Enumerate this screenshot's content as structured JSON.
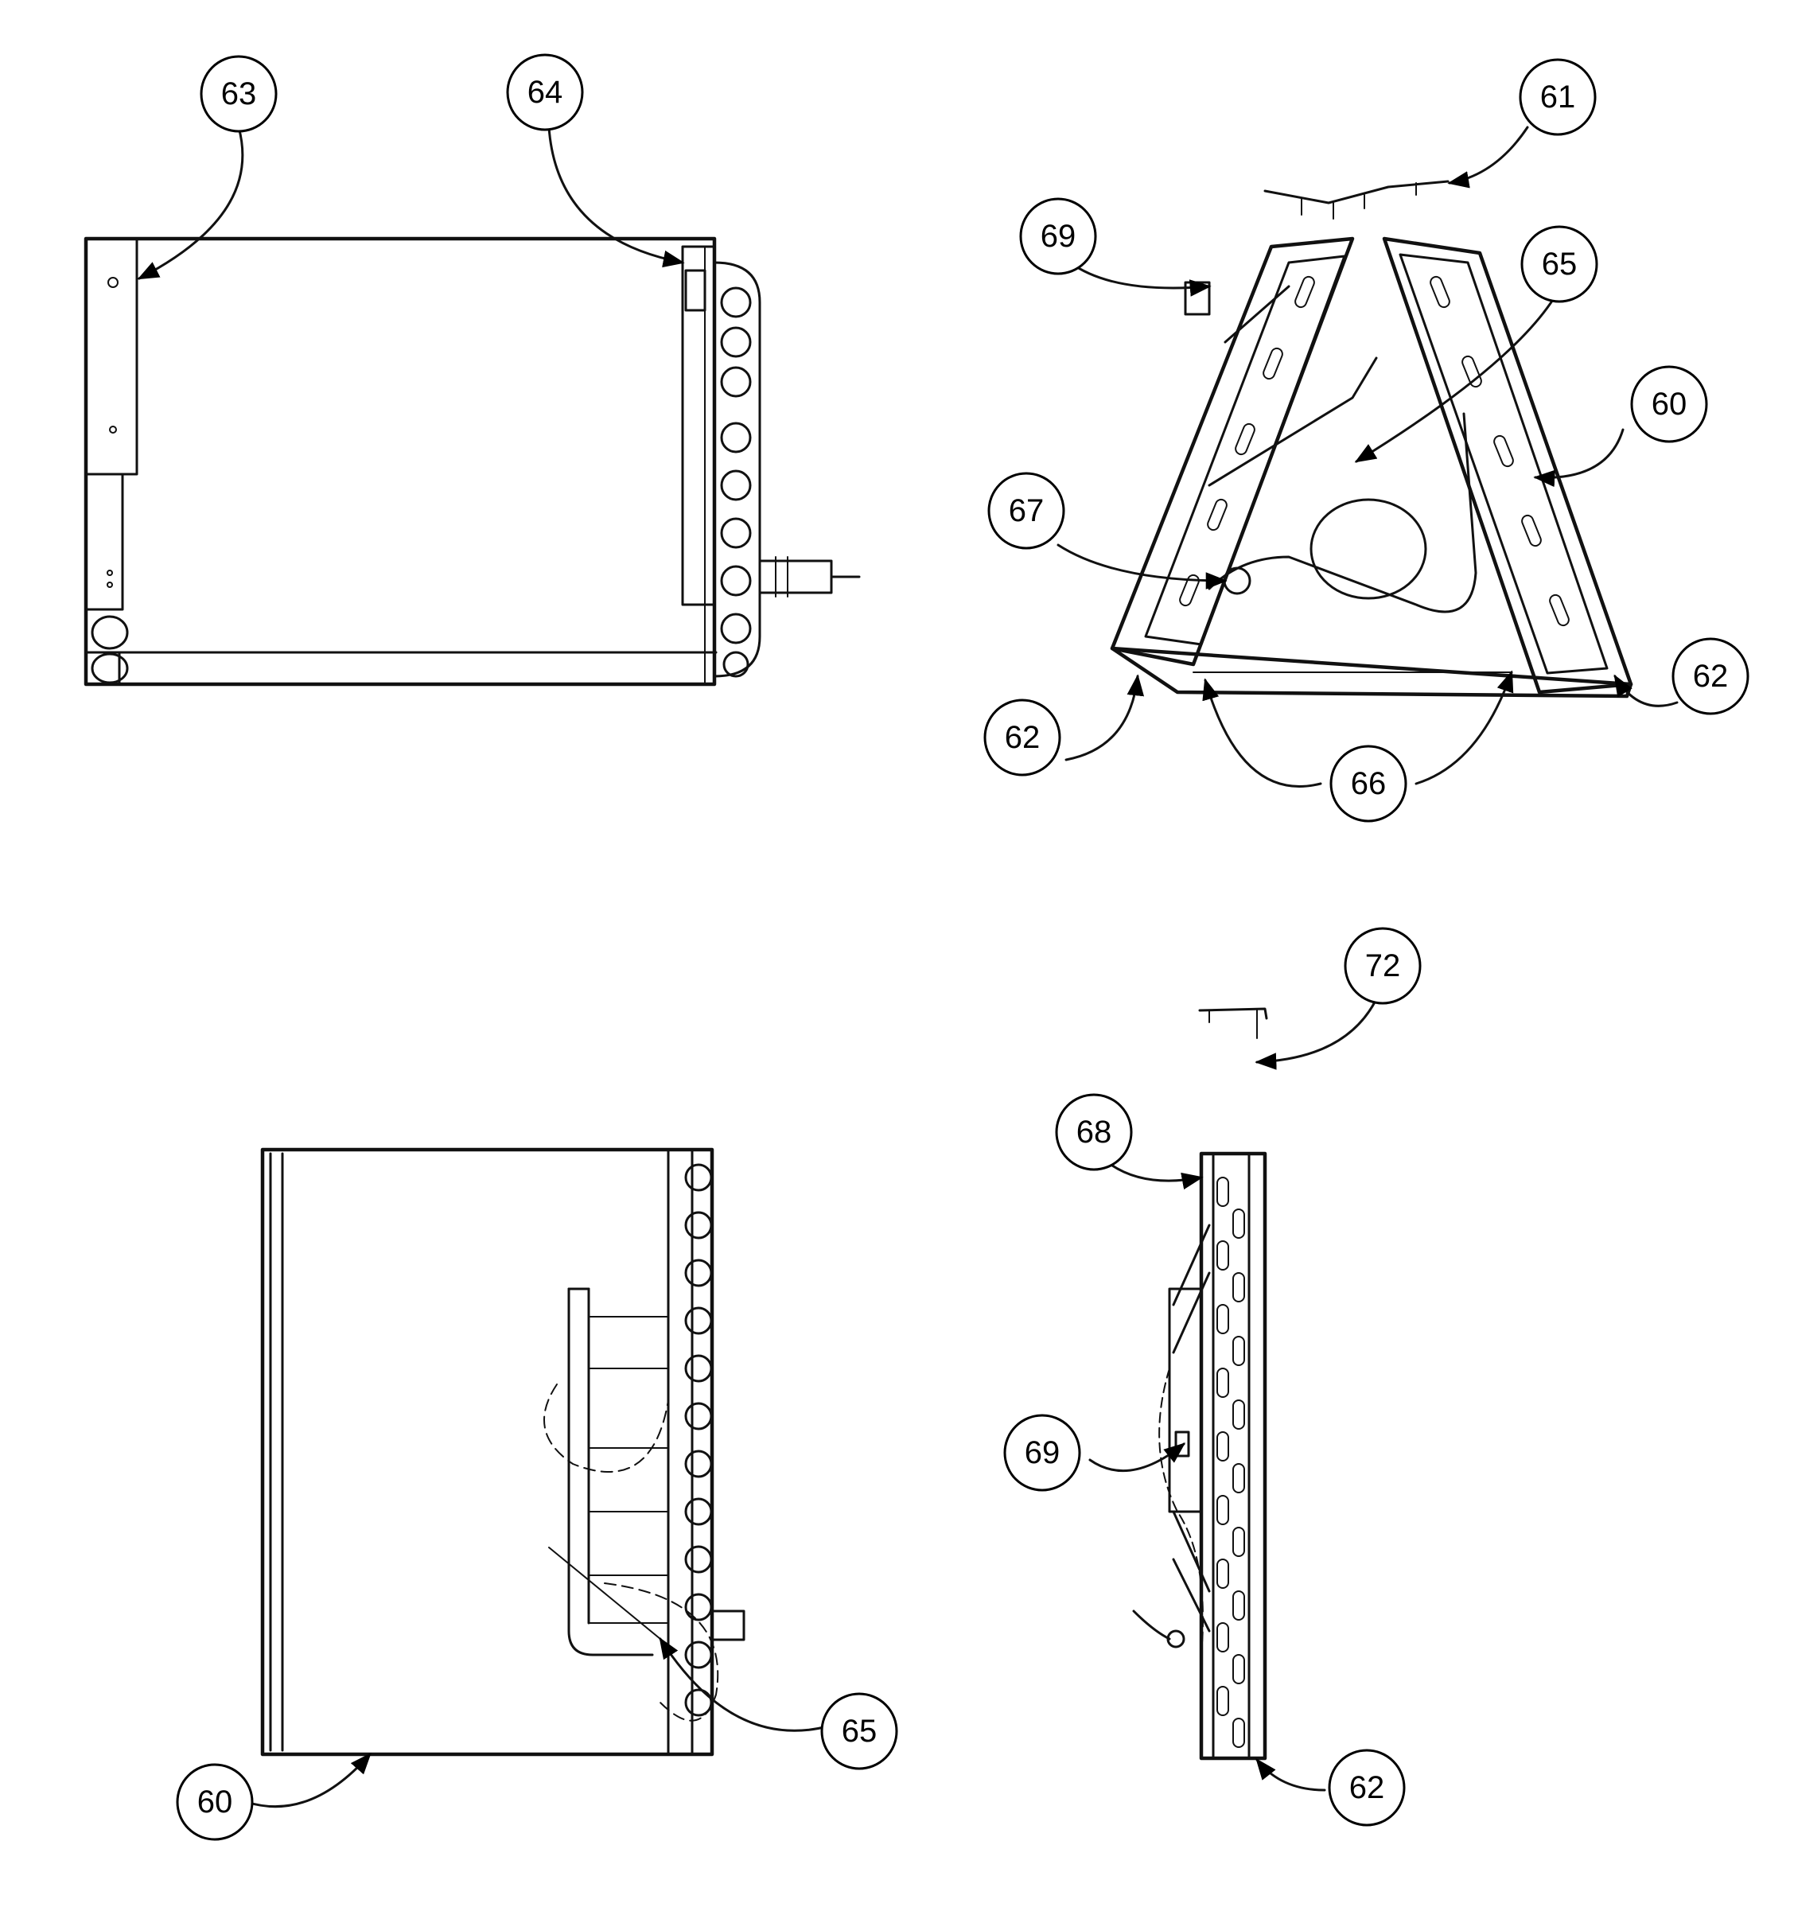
{
  "callouts": {
    "c63": "63",
    "c64": "64",
    "c61": "61",
    "c69a": "69",
    "c65a": "65",
    "c60a": "60",
    "c67": "67",
    "c62a": "62",
    "c62b": "62",
    "c66": "66",
    "c72": "72",
    "c68": "68",
    "c69b": "69",
    "c65b": "65",
    "c60b": "60",
    "c62c": "62"
  }
}
